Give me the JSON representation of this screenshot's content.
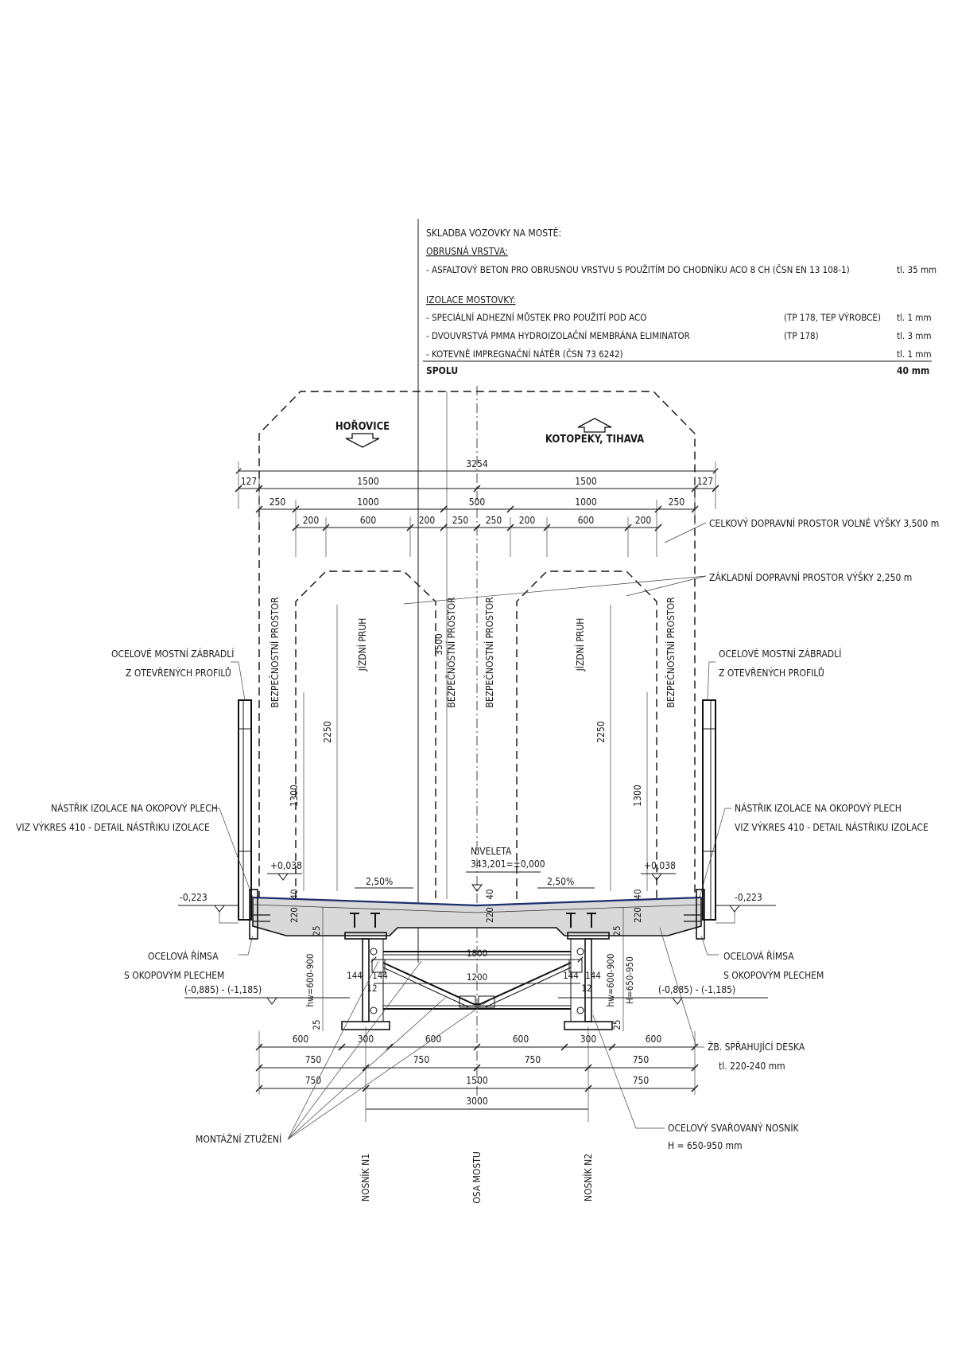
{
  "legend": {
    "title": "SKLADBA VOZOVKY NA MOSTĚ:",
    "wear_heading": "OBRUSNÁ VRSTVA:",
    "wear_item": "- ASFALTOVÝ BETON PRO OBRUSNOU VRSTVU S POUŽITÍM DO CHODNÍKU ACO 8 CH  (ČSN EN 13 108-1)",
    "wear_thk": "tl. 35 mm",
    "iso_heading": "IZOLACE MOSTOVKY:",
    "iso_1": "- SPECIÁLNÍ ADHEZNÍ MŮSTEK PRO POUŽITÍ POD ACO",
    "iso_1_ref": "(TP 178, TEP VÝROBCE)",
    "iso_1_thk": "tl. 1 mm",
    "iso_2": "- DVOUVRSTVÁ PMMA HYDROIZOLAČNÍ MEMBRÁNA ELIMINATOR",
    "iso_2_ref": "(TP 178)",
    "iso_2_thk": "tl. 3 mm",
    "iso_3": "- KOTEVNĚ IMPREGNAČNÍ NÁTĚR (ČSN 73 6242)",
    "iso_3_thk": "tl. 1 mm",
    "total_label": "SPOLU",
    "total_thk": "40 mm"
  },
  "directions": {
    "left": "HOŘOVICE",
    "right": "KOTOPEKY, TIHAVA"
  },
  "dims": {
    "total": "3254",
    "d127": "127",
    "d1500": "1500",
    "d250": "250",
    "d1000": "1000",
    "d500": "500",
    "d200": "200",
    "d600": "600",
    "d2250": "2250",
    "d1300": "1300",
    "d3500": "3500",
    "d220": "220",
    "d40": "40",
    "d25": "25",
    "d1800": "1800",
    "d1200": "1200",
    "d144": "144",
    "d12": "12",
    "d300": "300",
    "d750": "750",
    "d3000": "3000",
    "hw_left": "hw=600-900",
    "hw_right": "hw=600-900",
    "h_right": "H=650-950"
  },
  "labels": {
    "safety_space": "BEZPEČNOSTNÍ PROSTOR",
    "lane": "JÍZDNÍ PRUH",
    "total_clearance": "CELKOVÝ DOPRAVNÍ PROSTOR VOLNÉ VÝŠKY 3,500 m",
    "basic_clearance": "ZÁKLADNÍ DOPRAVNÍ PROSTOR VÝŠKY 2,250 m",
    "railing_1": "OCELOVÉ MOSTNÍ ZÁBRADLÍ",
    "railing_2": "Z OTEVŘENÝCH PROFILŮ",
    "spray_1": "NÁSTŘIK IZOLACE NA OKOPOVÝ PLECH",
    "spray_2": "VIZ VÝKRES 410 - DETAIL NÁSTŘIKU IZOLACE",
    "cornice_1": "OCELOVÁ ŘÍMSA",
    "cornice_2": "S OKOPOVÝM PLECHEM",
    "level_left_top": "+0,038",
    "level_right_top": "+0,038",
    "level_left_edge": "-0,223",
    "level_right_edge": "-0,223",
    "level_bottom": "(-0,885) - (-1,185)",
    "niveleta": "NIVELETA",
    "niveleta_value": "343,201=±0,000",
    "slope": "2,50%",
    "deck_1": "ŽB. SPŘAHUJÍCÍ DESKA",
    "deck_2": "tl. 220-240 mm",
    "bracing": "MONTÁŽNÍ ZTUŽENÍ",
    "girder_1": "OCELOVÝ SVAŘOVANÝ NOSNÍK",
    "girder_2": "H = 650-950 mm",
    "axis_n1": "NOSNÍK N1",
    "axis_bridge": "OSA MOSTU",
    "axis_n2": "NOSNÍK N2"
  },
  "colors": {
    "ink": "#1a1a1a",
    "deck_fill": "#d9d9d9",
    "membrane": "#1f2f6e",
    "background": "#ffffff"
  },
  "icons": [
    "arrow-down-icon",
    "arrow-up-icon",
    "level-triangle-icon"
  ]
}
